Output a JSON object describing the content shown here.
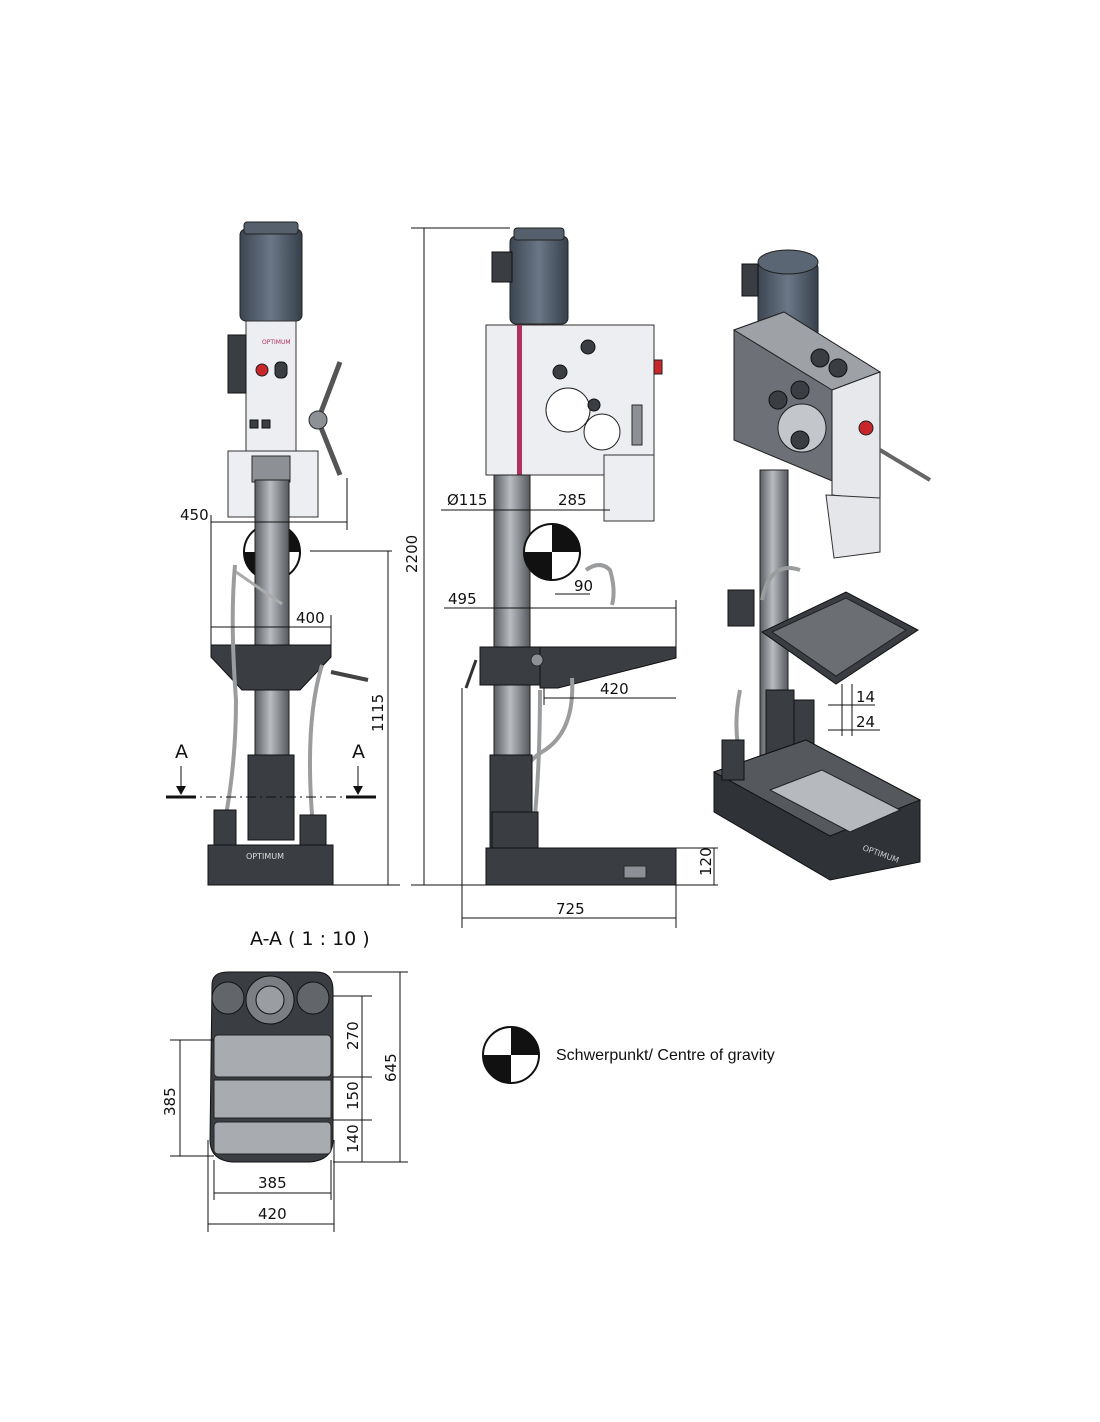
{
  "dimensions": {
    "front": {
      "width_450": "450",
      "table_400": "400",
      "height_1115": "1115"
    },
    "side": {
      "height_2200": "2200",
      "column_dia": "Ø115",
      "spindle_285": "285",
      "reach_495": "495",
      "offset_90": "90",
      "table_420": "420",
      "base_height_120": "120",
      "depth_725": "725"
    },
    "iso": {
      "slot_14": "14",
      "slot_24": "24"
    },
    "section": {
      "title": "A-A ( 1 : 10 )",
      "len_270": "270",
      "len_150": "150",
      "len_140": "140",
      "len_645": "645",
      "len_385_v": "385",
      "width_385": "385",
      "width_420": "420"
    }
  },
  "section_markers": {
    "left": "A",
    "right": "A"
  },
  "brand": {
    "base_text": "OPTIMUM",
    "panel_text": "OPTIMUM"
  },
  "legend": {
    "text": "Schwerpunkt/ Centre of gravity"
  },
  "colors": {
    "accent": "#b0305e",
    "dark_metal": "#3a3d42",
    "motor": "#4a5563"
  }
}
